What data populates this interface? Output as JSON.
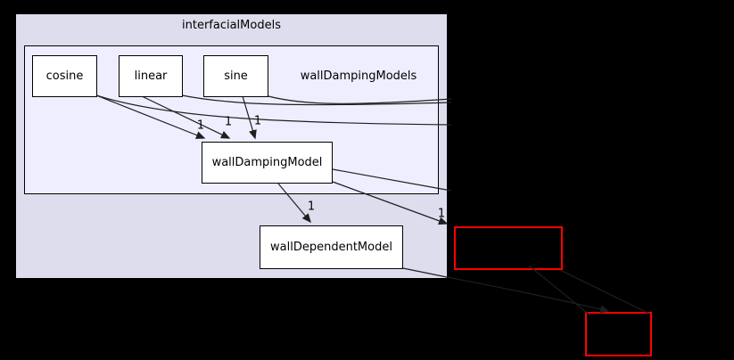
{
  "diagram": {
    "title": "interfacialModels",
    "inner_cluster_label": "wallDampingModels",
    "nodes": {
      "cosine": "cosine",
      "linear": "linear",
      "sine": "sine",
      "wallDampingModel": "wallDampingModel",
      "wallDependentModel": "wallDependentModel"
    },
    "edge_labels": [
      "1",
      "1",
      "1",
      "1",
      "1"
    ],
    "colors": {
      "background": "#000000",
      "outer_cluster_fill": "#ddddee",
      "inner_cluster_fill": "#eeeeff",
      "cluster_border": "#000000",
      "node_fill": "#ffffff",
      "node_border": "#000000",
      "edge": "#1f1f1f",
      "external_node_border": "#ff0000"
    }
  }
}
